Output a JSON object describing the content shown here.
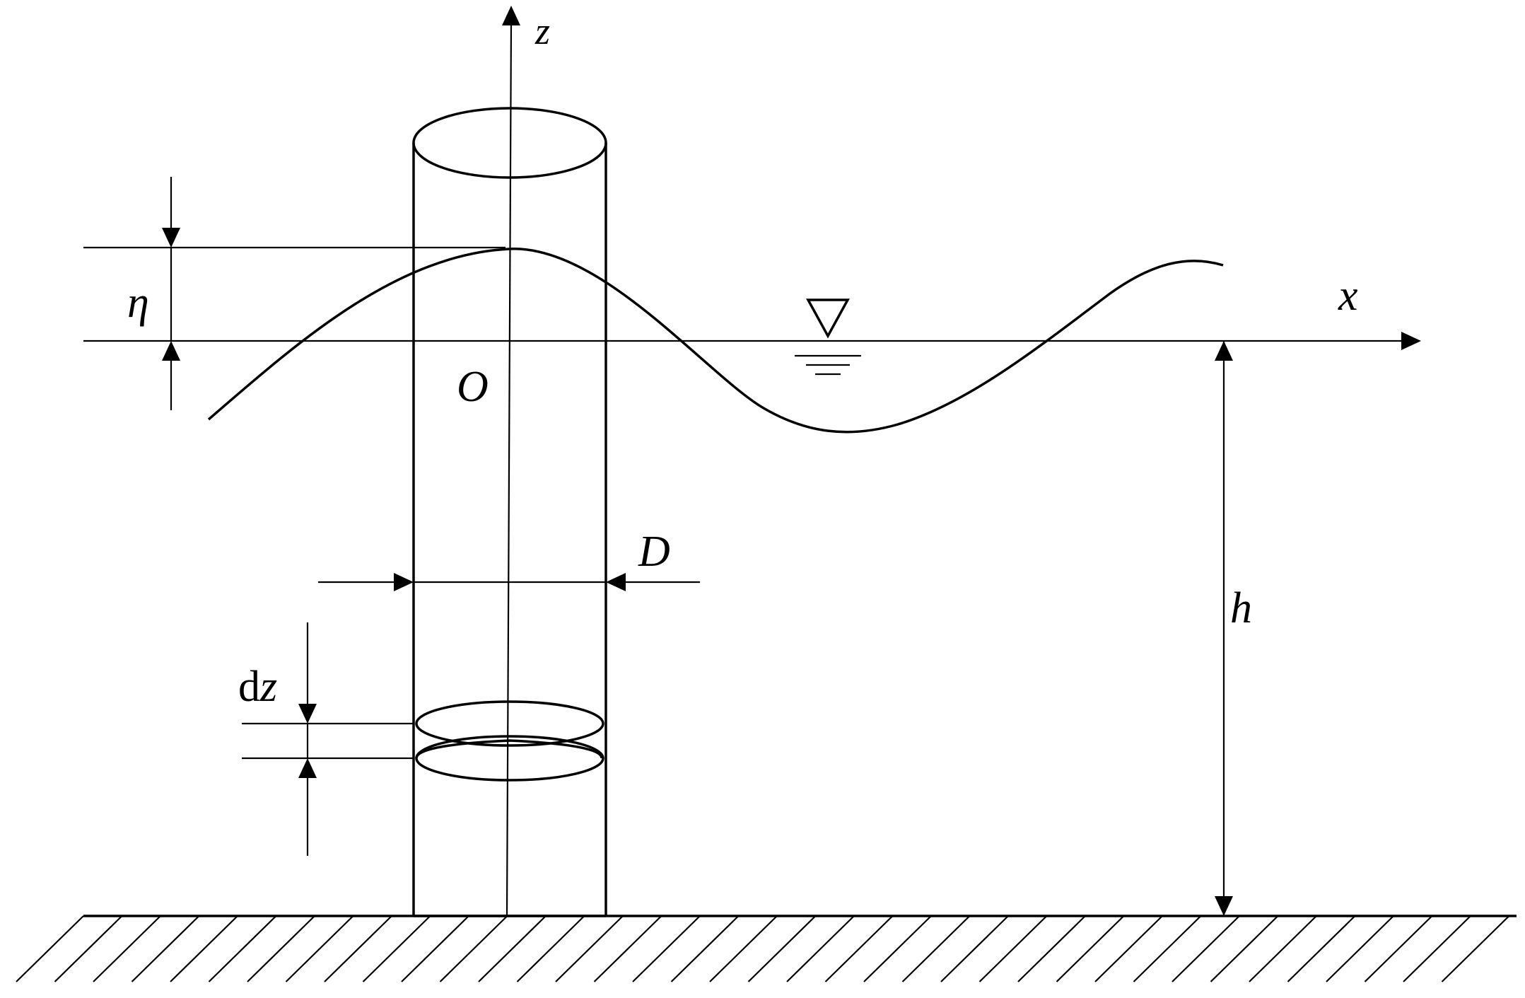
{
  "labels": {
    "z_axis": "z",
    "x_axis": "x",
    "origin": "O",
    "eta": "η",
    "diameter": "D",
    "depth": "h",
    "dz_upright": "d",
    "dz_italic": "z"
  },
  "symbols": {
    "water_level": "water-level-symbol"
  },
  "colors": {
    "stroke": "#000000",
    "background": "#ffffff"
  }
}
